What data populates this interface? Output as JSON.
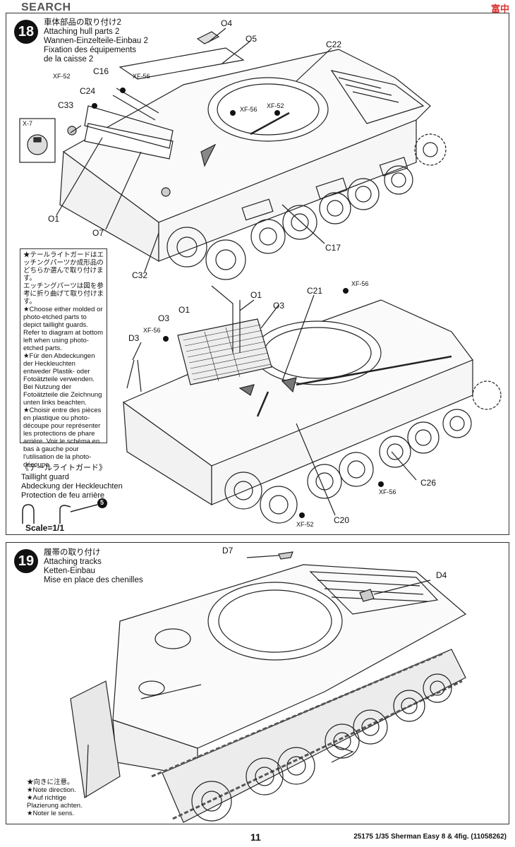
{
  "watermark": {
    "text": "SEARCH",
    "logo_text": "富中"
  },
  "step18": {
    "number": "18",
    "title_jp": "車体部品の取り付け2",
    "title_en": "Attaching hull parts 2",
    "title_de": "Wannen-Einzelteile-Einbau 2",
    "title_fr1": "Fixation des équipements",
    "title_fr2": "de la caisse 2",
    "parts": {
      "O4": "O4",
      "O5": "O5",
      "C22": "C22",
      "C16": "C16",
      "C24": "C24",
      "C33": "C33",
      "X7": "X-7",
      "O1": "O1",
      "O7": "O7",
      "C32": "C32",
      "C17": "C17",
      "C21": "C21",
      "O1b": "O1",
      "O3": "O3",
      "O1c": "O1",
      "O3b": "O3",
      "D3": "D3",
      "C26": "C26",
      "C20": "C20"
    },
    "paints": {
      "xf52a": "XF-52",
      "xf56a": "XF-56",
      "xf56b": "XF-56",
      "xf52b": "XF-52",
      "xf56c": "XF-56",
      "xf56d": "XF-56",
      "xf56e": "XF-56",
      "xf52c": "XF-52"
    },
    "note": {
      "jp1": "★テールライトガードはエッチングパーツか成形品のどちらか選んで取り付けます。",
      "jp2": "エッチングパーツは図を参考に折り曲げて取り付けます。",
      "en": "★Choose either molded or photo-etched parts to depict taillight guards. Refer to diagram at bottom left when using photo-etched parts.",
      "de": "★Für den Abdeckungen der Heckleuchten entweder Plastik- oder Fotoätzteile verwenden. Bei Nutzung der Fotoätzteile die Zeichnung unten links beachten.",
      "fr": "★Choisir entre des pièces en plastique ou photo-découpe pour représenter les protections de phare arrière. Voir le schéma en bas à gauche pour l'utilisation de la photo-découpe."
    },
    "taillight": {
      "jp": "《テールライトガード》",
      "en": "Taillight guard",
      "de": "Abdeckung der Heckleuchten",
      "fr": "Protection de feu arrière",
      "scale": "Scale=1/1",
      "ref": "5"
    }
  },
  "step19": {
    "number": "19",
    "title_jp": "履帯の取り付け",
    "title_en": "Attaching tracks",
    "title_de": "Ketten-Einbau",
    "title_fr": "Mise en place des chenilles",
    "parts": {
      "D7": "D7",
      "D4": "D4"
    },
    "note": {
      "jp": "★向きに注意。",
      "en": "★Note direction.",
      "de1": "★Auf richtige",
      "de2": "Plazierung achten.",
      "fr": "★Noter le sens."
    }
  },
  "footer": {
    "page": "11",
    "ref": "25175  1/35 Sherman Easy 8 & 4fig. (11058262)"
  }
}
